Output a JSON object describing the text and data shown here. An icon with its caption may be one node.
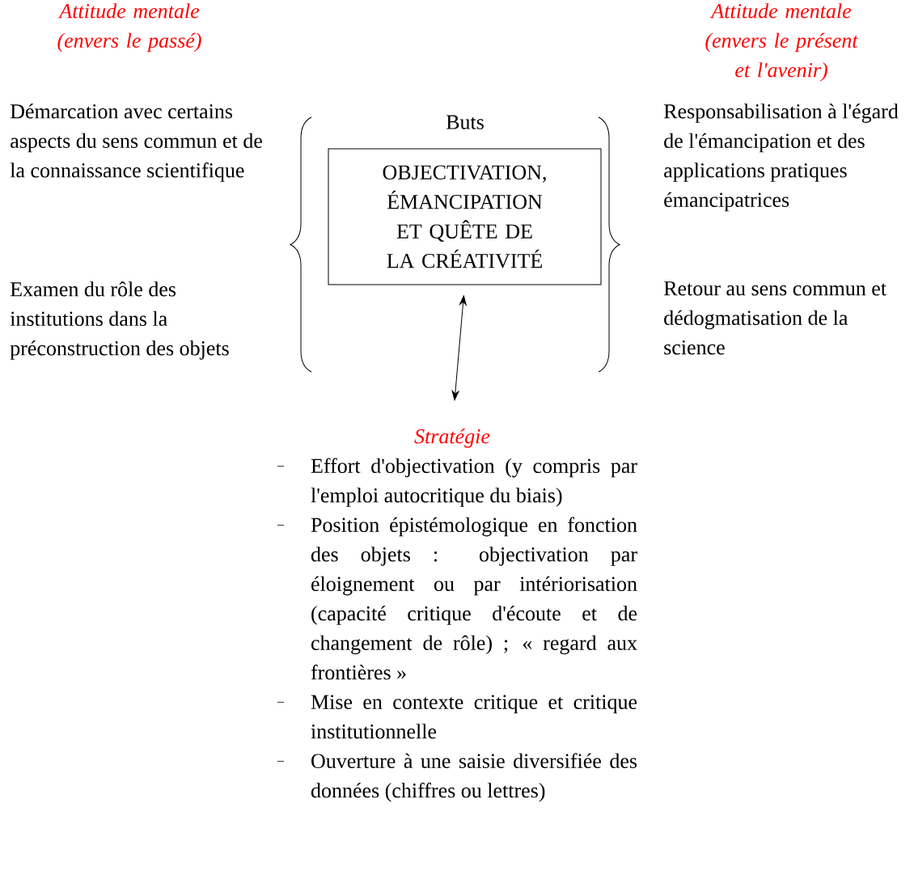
{
  "diagram": {
    "nodes": [
      {
        "text": [
          "Buts",
          "OBJECTIVATION, ÉMANCIPATION ET QUÊTE DE LA CRÉATIVITÉ"
        ]
      },
      {
        "text": [
          "Stratégie",
          "Effort d'objectivation (y compris par l'emploi autocritique du biais)",
          "Position épistémologique en fonction des objets : objectivation par éloignement ou par intériorisation (capacité critique d'écoute et de changement de rôle) ; « regard aux frontières »",
          "Mise en contexte critique et critique institutionnelle",
          "Ouverture à une saisie diversifiée des données (chiffres ou lettres)"
        ]
      }
    ],
    "edges": [
      {
        "from": 0,
        "to": 1,
        "arrow": "both"
      }
    ],
    "labels": [
      "Attitude mentale (envers le passé)",
      "Attitude mentale (envers le présent et l'avenir)",
      "Démarcation avec certains aspects du sens commun et de la connaissance scientifique",
      "Responsabilisation à l'égard de l'émancipation et des applications pratiques émancipatrices",
      "Examen du rôle des institutions dans la préconstruction des objets",
      "Retour au sens commun et dédogmatisation de la science"
    ]
  }
}
